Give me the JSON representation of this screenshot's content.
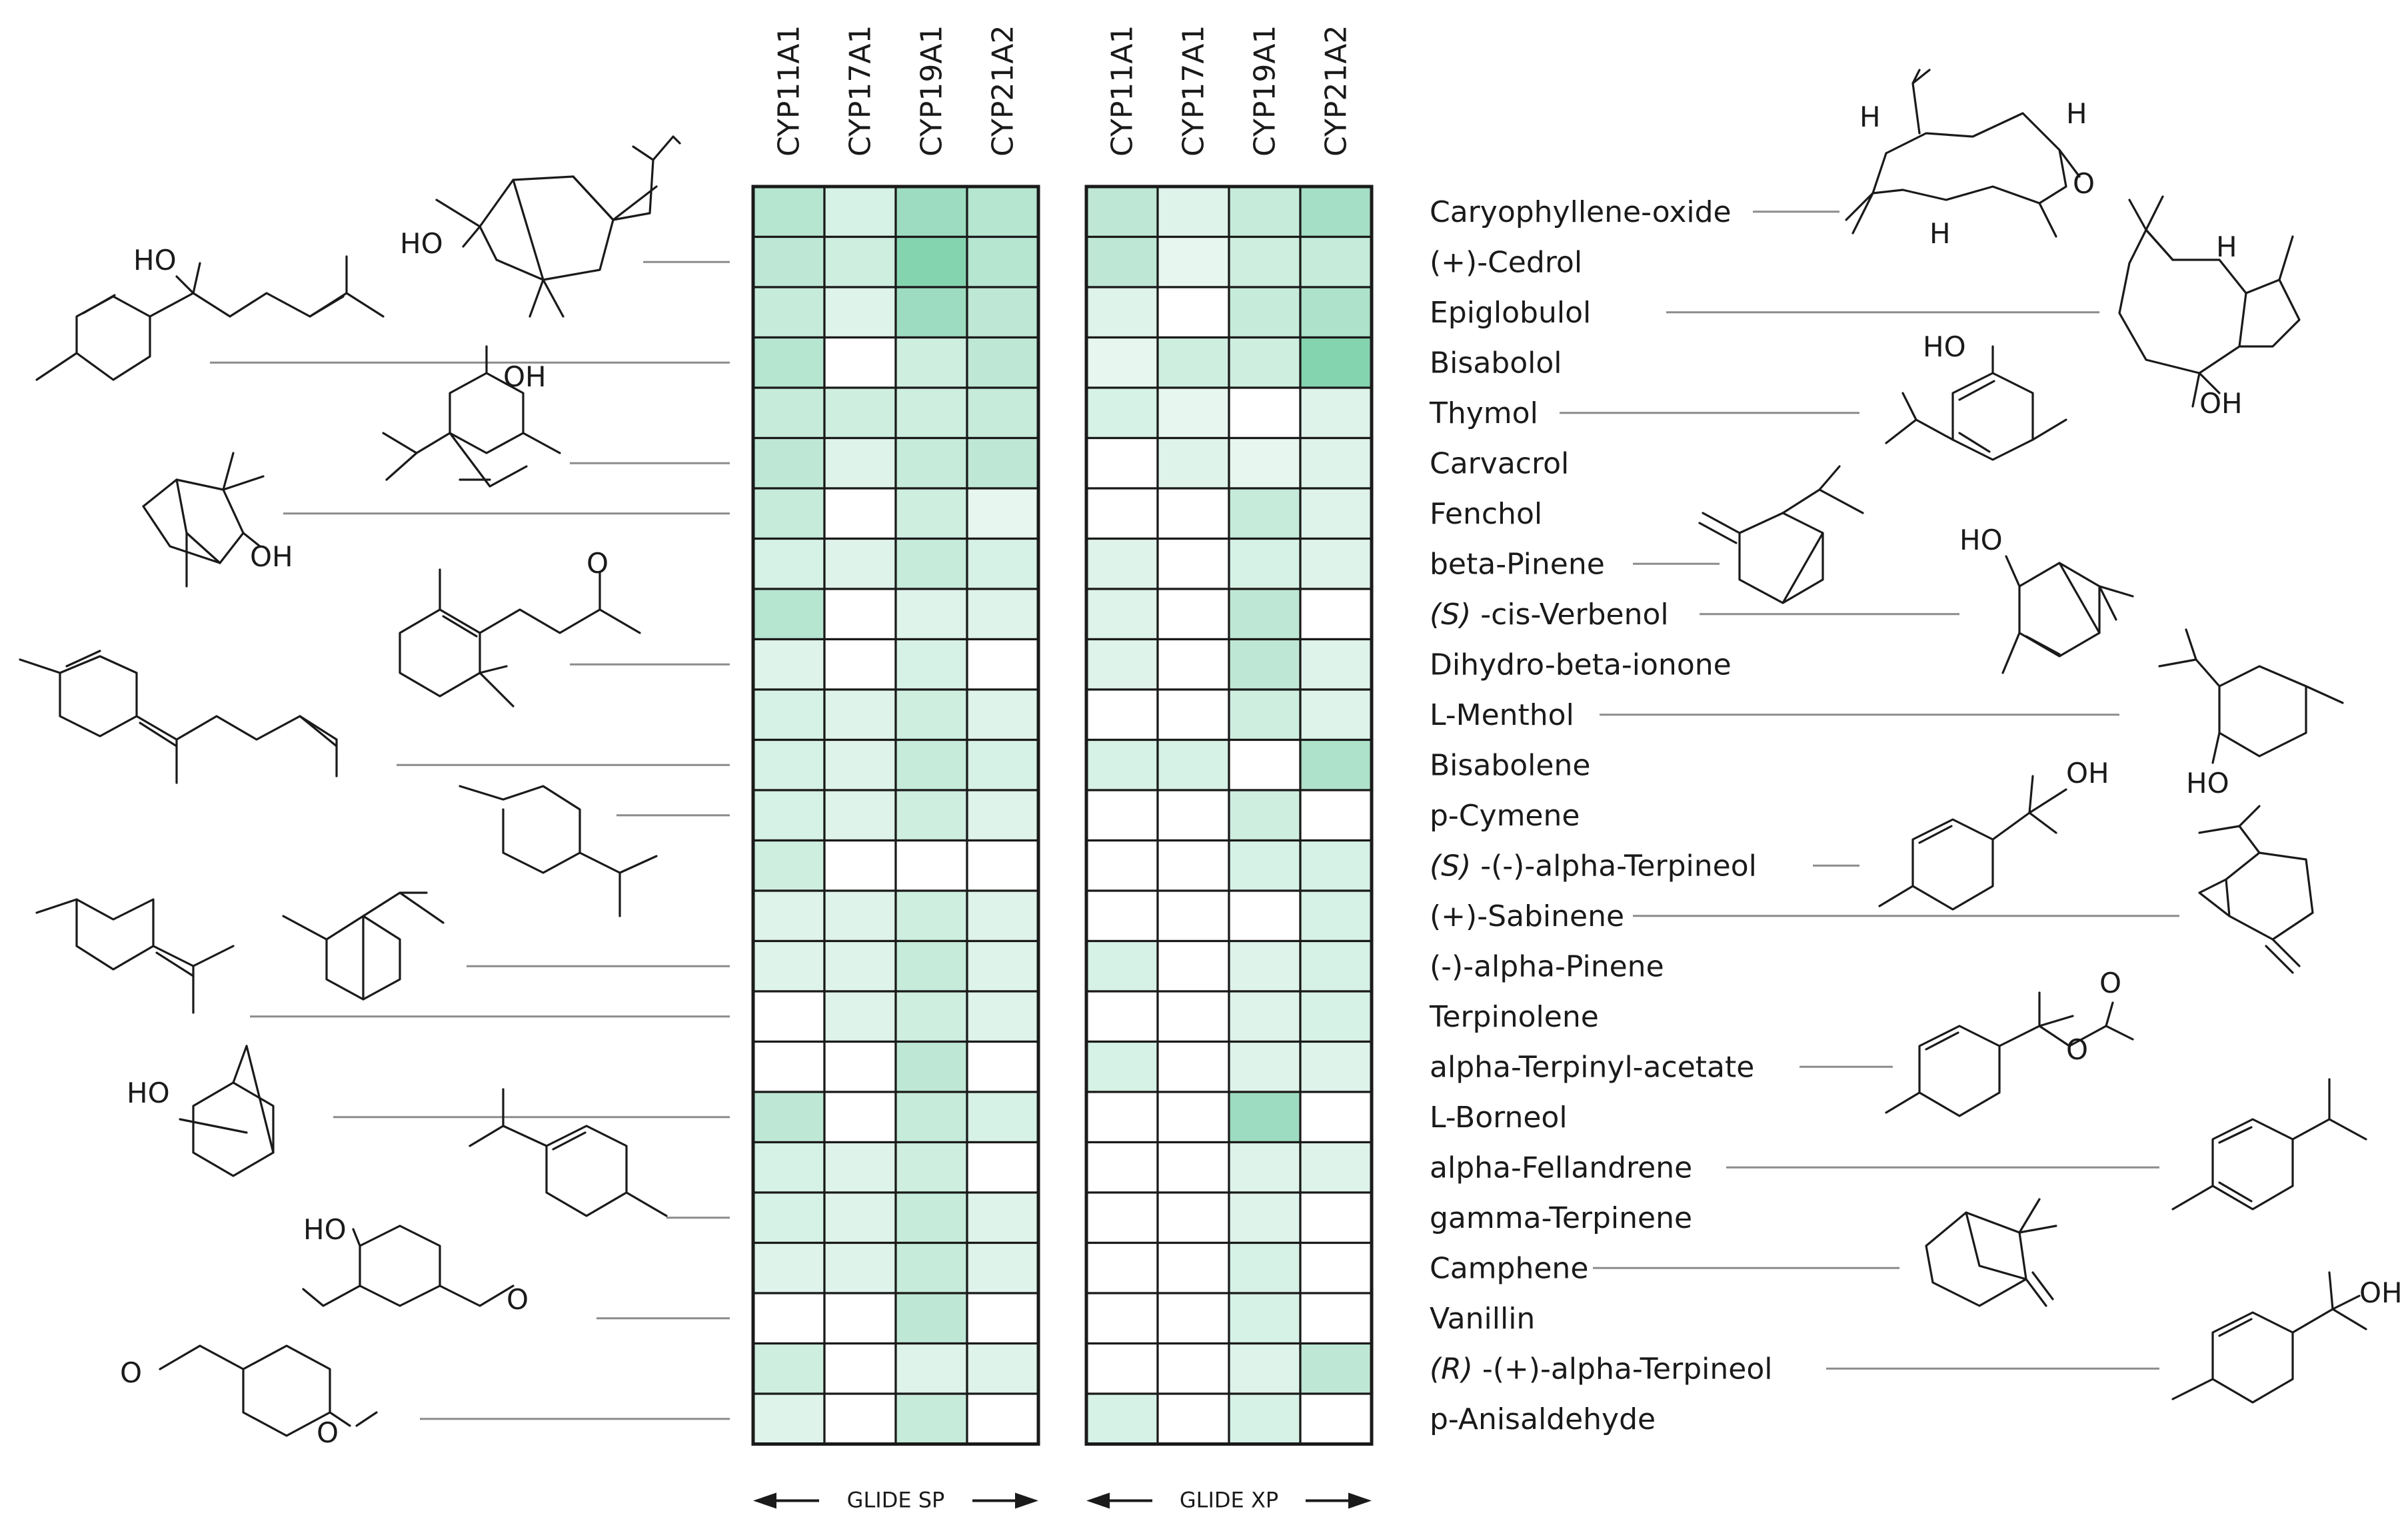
{
  "chart_data": {
    "type": "heatmap",
    "panels": [
      {
        "label": "GLIDE SP",
        "columns": [
          "CYP11A1",
          "CYP17A1",
          "CYP19A1",
          "CYP21A2"
        ],
        "values": [
          [
            0.45,
            0.25,
            0.6,
            0.45
          ],
          [
            0.4,
            0.3,
            0.75,
            0.45
          ],
          [
            0.35,
            0.2,
            0.6,
            0.4
          ],
          [
            0.45,
            0.0,
            0.3,
            0.4
          ],
          [
            0.35,
            0.3,
            0.3,
            0.35
          ],
          [
            0.4,
            0.2,
            0.35,
            0.4
          ],
          [
            0.35,
            0.0,
            0.3,
            0.15
          ],
          [
            0.25,
            0.2,
            0.35,
            0.25
          ],
          [
            0.45,
            0.0,
            0.2,
            0.2
          ],
          [
            0.2,
            0.0,
            0.25,
            0.0
          ],
          [
            0.25,
            0.2,
            0.3,
            0.2
          ],
          [
            0.25,
            0.2,
            0.35,
            0.25
          ],
          [
            0.25,
            0.2,
            0.3,
            0.2
          ],
          [
            0.3,
            0.0,
            0.0,
            0.0
          ],
          [
            0.2,
            0.2,
            0.3,
            0.2
          ],
          [
            0.2,
            0.2,
            0.35,
            0.2
          ],
          [
            0.0,
            0.2,
            0.3,
            0.2
          ],
          [
            0.0,
            0.0,
            0.4,
            0.0
          ],
          [
            0.4,
            0.0,
            0.35,
            0.25
          ],
          [
            0.25,
            0.2,
            0.3,
            0.0
          ],
          [
            0.25,
            0.2,
            0.35,
            0.2
          ],
          [
            0.2,
            0.2,
            0.35,
            0.2
          ],
          [
            0.0,
            0.0,
            0.4,
            0.0
          ],
          [
            0.3,
            0.0,
            0.2,
            0.2
          ],
          [
            0.2,
            0.0,
            0.35,
            0.0
          ]
        ]
      },
      {
        "label": "GLIDE XP",
        "columns": [
          "CYP11A1",
          "CYP17A1",
          "CYP19A1",
          "CYP21A2"
        ],
        "values": [
          [
            0.4,
            0.2,
            0.35,
            0.55
          ],
          [
            0.4,
            0.15,
            0.3,
            0.35
          ],
          [
            0.2,
            0.0,
            0.35,
            0.5
          ],
          [
            0.15,
            0.3,
            0.3,
            0.75
          ],
          [
            0.25,
            0.15,
            0.0,
            0.2
          ],
          [
            0.0,
            0.2,
            0.15,
            0.2
          ],
          [
            0.0,
            0.0,
            0.35,
            0.2
          ],
          [
            0.2,
            0.0,
            0.25,
            0.2
          ],
          [
            0.2,
            0.0,
            0.4,
            0.0
          ],
          [
            0.2,
            0.0,
            0.4,
            0.2
          ],
          [
            0.0,
            0.0,
            0.3,
            0.2
          ],
          [
            0.25,
            0.25,
            0.0,
            0.5
          ],
          [
            0.0,
            0.0,
            0.3,
            0.0
          ],
          [
            0.0,
            0.0,
            0.25,
            0.25
          ],
          [
            0.0,
            0.0,
            0.0,
            0.25
          ],
          [
            0.25,
            0.0,
            0.2,
            0.25
          ],
          [
            0.0,
            0.0,
            0.2,
            0.25
          ],
          [
            0.25,
            0.0,
            0.2,
            0.2
          ],
          [
            0.0,
            0.0,
            0.6,
            0.0
          ],
          [
            0.0,
            0.0,
            0.2,
            0.2
          ],
          [
            0.0,
            0.0,
            0.2,
            0.0
          ],
          [
            0.0,
            0.0,
            0.25,
            0.0
          ],
          [
            0.0,
            0.0,
            0.25,
            0.0
          ],
          [
            0.0,
            0.0,
            0.2,
            0.4
          ],
          [
            0.25,
            0.0,
            0.25,
            0.0
          ]
        ]
      }
    ],
    "rows": [
      {
        "prefix": "",
        "name": "Caryophyllene-oxide"
      },
      {
        "prefix": "",
        "name": "(+)-Cedrol"
      },
      {
        "prefix": "",
        "name": "Epiglobulol"
      },
      {
        "prefix": "",
        "name": "Bisabolol"
      },
      {
        "prefix": "",
        "name": "Thymol"
      },
      {
        "prefix": "",
        "name": "Carvacrol"
      },
      {
        "prefix": "",
        "name": "Fenchol"
      },
      {
        "prefix": "",
        "name": "beta-Pinene"
      },
      {
        "prefix": "(S)",
        "name": " -cis-Verbenol"
      },
      {
        "prefix": "",
        "name": "Dihydro-beta-ionone"
      },
      {
        "prefix": "",
        "name": "L-Menthol"
      },
      {
        "prefix": "",
        "name": "Bisabolene"
      },
      {
        "prefix": "",
        "name": "p-Cymene"
      },
      {
        "prefix": "(S)",
        "name": " -(-)-alpha-Terpineol"
      },
      {
        "prefix": "",
        "name": "(+)-Sabinene"
      },
      {
        "prefix": "",
        "name": "(-)-alpha-Pinene"
      },
      {
        "prefix": "",
        "name": "Terpinolene"
      },
      {
        "prefix": "",
        "name": "alpha-Terpinyl-acetate"
      },
      {
        "prefix": "",
        "name": "L-Borneol"
      },
      {
        "prefix": "",
        "name": "alpha-Fellandrene"
      },
      {
        "prefix": "",
        "name": "gamma-Terpinene"
      },
      {
        "prefix": "",
        "name": "Camphene"
      },
      {
        "prefix": "",
        "name": "Vanillin"
      },
      {
        "prefix": "(R)",
        "name": " -(+)-alpha-Terpineol"
      },
      {
        "prefix": "",
        "name": "p-Anisaldehyde"
      }
    ],
    "value_scale": "relative docking-score intensity, 0 = no fill (white), 1 = darkest green",
    "colors": {
      "low": "#ffffff",
      "high": "#5cc596"
    }
  },
  "structures": {
    "atoms": [
      "HO",
      "OH",
      "O",
      "H"
    ]
  }
}
